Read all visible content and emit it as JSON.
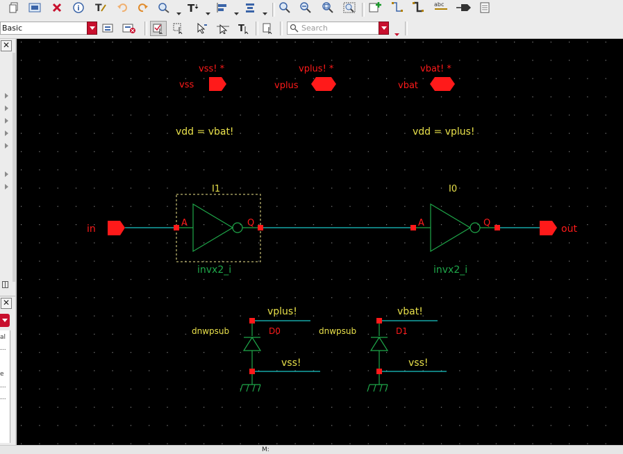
{
  "toolbar": {
    "combo_value": "Basic",
    "search_placeholder": "Search",
    "abc_label": "abc"
  },
  "status": {
    "mouse_label": "M:"
  },
  "left_panel": {
    "truncated_items": [
      "al",
      "...",
      "e",
      "...",
      "..."
    ]
  },
  "schematic": {
    "pins": {
      "vss": "vss",
      "vplus": "vplus",
      "vbat": "vbat",
      "in": "in",
      "out": "out"
    },
    "global_labels": {
      "vss": "vss! *",
      "vplus": "vplus! *",
      "vbat": "vbat! *"
    },
    "properties": {
      "left": "vdd = vbat!",
      "right": "vdd = vplus!"
    },
    "instances": [
      {
        "name": "I1",
        "cell": "invx2_i",
        "pin_in": "A",
        "pin_out": "Q"
      },
      {
        "name": "I0",
        "cell": "invx2_i",
        "pin_in": "A",
        "pin_out": "Q"
      }
    ],
    "diodes": [
      {
        "name": "D0",
        "model": "dnwpsub",
        "top_net": "vplus!",
        "bottom_net": "vss!"
      },
      {
        "name": "D1",
        "model": "dnwpsub",
        "top_net": "vbat!",
        "bottom_net": "vss!"
      }
    ],
    "colors": {
      "background": "#000000",
      "pin": "#ff1a1a",
      "wire": "#19c8c8",
      "symbol": "#1fa84a",
      "label": "#e8e04a",
      "selection": "#f0e68c"
    }
  }
}
